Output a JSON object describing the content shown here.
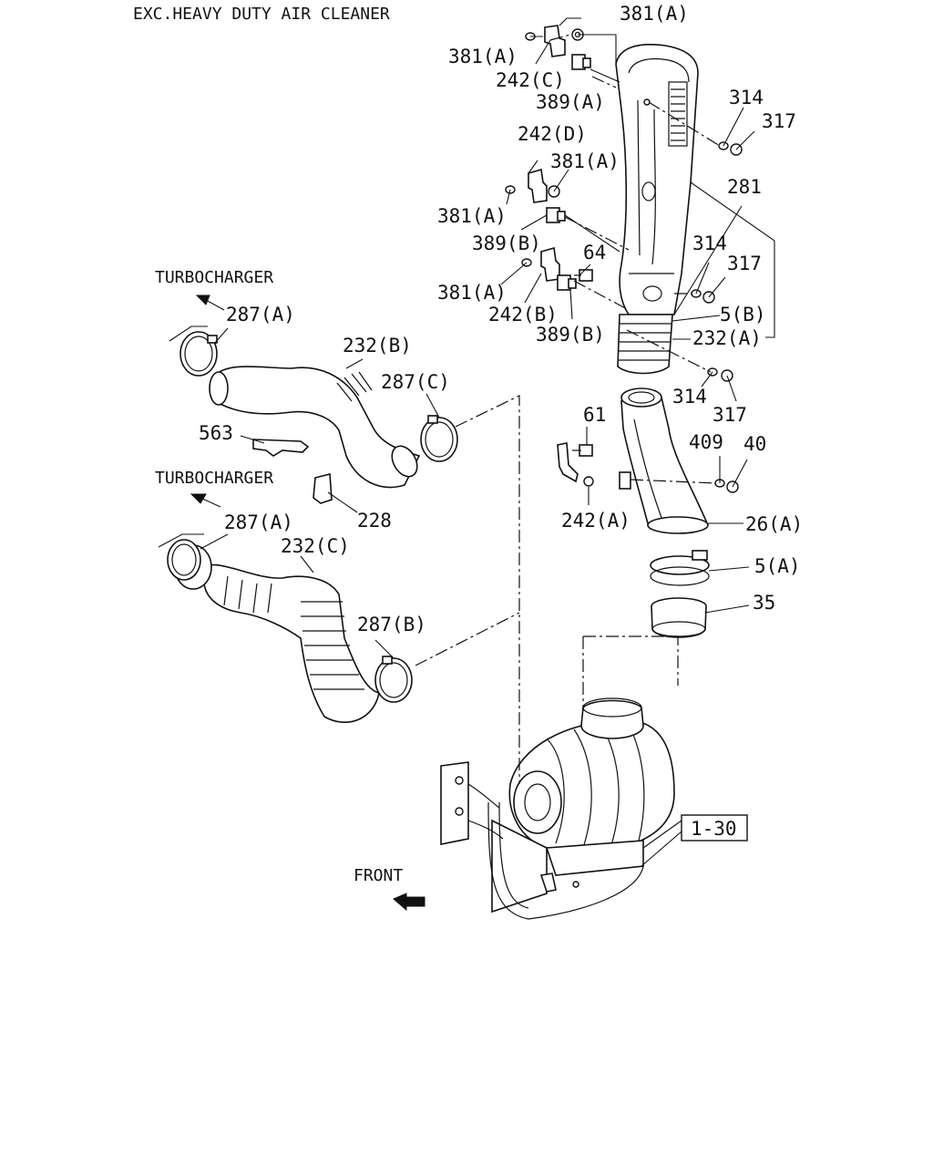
{
  "title": "EXC.HEAVY DUTY AIR CLEANER",
  "callouts": {
    "c381_top": "381(A)",
    "c381_left": "381(A)",
    "c242c": "242(C)",
    "c389a": "389(A)",
    "c314_top": "314",
    "c317_top": "317",
    "c242d": "242(D)",
    "c381_mid_right": "381(A)",
    "c381_mid_left": "381(A)",
    "c281": "281",
    "c389b_upper": "389(B)",
    "c64": "64",
    "c314_mid": "314",
    "c317_mid": "317",
    "c381_lower": "381(A)",
    "c242b": "242(B)",
    "c5b": "5(B)",
    "c389b_lower": "389(B)",
    "c232a": "232(A)",
    "c314_low": "314",
    "c317_low": "317",
    "c61": "61",
    "c409": "409",
    "c40": "40",
    "c242a": "242(A)",
    "c26a": "26(A)",
    "c5a": "5(A)",
    "c35": "35",
    "c287a_upper": "287(A)",
    "c232b": "232(B)",
    "c287c": "287(C)",
    "c563": "563",
    "c228": "228",
    "c287a_lower": "287(A)",
    "c232c": "232(C)",
    "c287b": "287(B)",
    "c1_30": "1-30"
  },
  "turbo_labels": {
    "upper": "TURBOCHARGER",
    "lower": "TURBOCHARGER"
  },
  "front_label": "FRONT",
  "icons": {
    "front_arrow": "front-direction-arrow-icon",
    "turbo_arrow": "turbocharger-direction-arrow-icon"
  }
}
